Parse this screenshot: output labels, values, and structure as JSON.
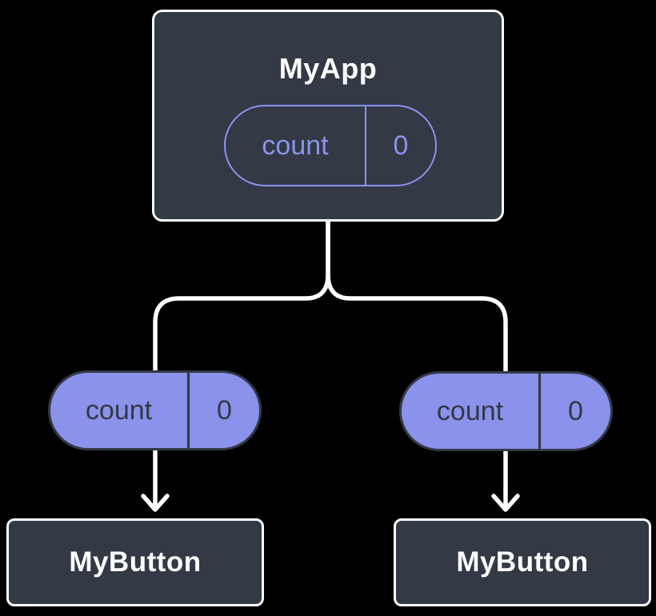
{
  "diagram": {
    "description": "component-tree-state-sharing-diagram",
    "root": {
      "title": "MyApp",
      "state": {
        "name": "count",
        "value": "0"
      }
    },
    "props": [
      {
        "name": "count",
        "value": "0"
      },
      {
        "name": "count",
        "value": "0"
      }
    ],
    "children": [
      {
        "title": "MyButton"
      },
      {
        "title": "MyButton"
      }
    ]
  },
  "colors": {
    "bg": "#000000",
    "node_fill": "#333945",
    "node_border": "#ffffff",
    "purple_fill": "#8A92EB",
    "purple_stroke": "#8A93EC",
    "dark_text": "#333945",
    "connector": "#ffffff"
  }
}
